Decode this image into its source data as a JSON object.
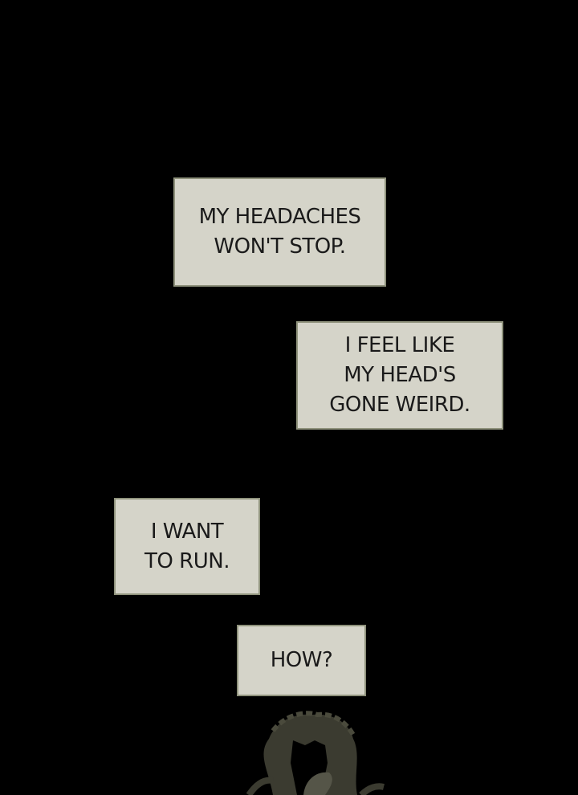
{
  "captions": [
    {
      "text": "MY HEADACHES\nWON'T STOP."
    },
    {
      "text": "I FEEL LIKE\nMY HEAD'S\nGONE WEIRD."
    },
    {
      "text": "I WANT\nTO RUN."
    },
    {
      "text": "HOW?"
    }
  ],
  "colors": {
    "background": "#000000",
    "caption_bg": "#d5d4c9",
    "caption_border": "#8f927c",
    "figure": "#3b3b30"
  }
}
